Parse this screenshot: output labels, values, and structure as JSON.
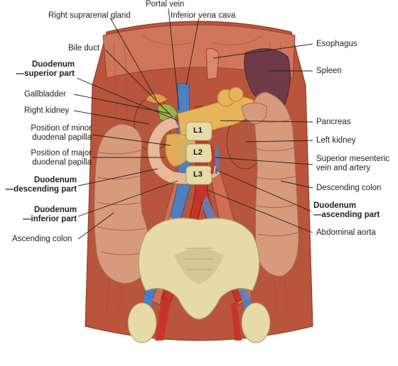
{
  "labels": {
    "portal_vein": "Portal vein",
    "right_suprarenal_gland": "Right suprarenal gland",
    "inferior_vena_cava": "Inferior vena cava",
    "bile_duct": "Bile duct",
    "esophagus": "Esophagus",
    "duodenum_superior": "Duodenum\n—superior part",
    "spleen": "Spleen",
    "gallbladder": "Gallbladder",
    "right_kidney": "Right kidney",
    "pancreas": "Pancreas",
    "minor_papilla": "Position of minor\nduodenal papilla",
    "left_kidney": "Left kidney",
    "major_papilla": "Position of major\nduodenal papilla",
    "sma_smv": "Superior mesenteric\nvein and artery",
    "duodenum_descending": "Duodenum\n—descending part",
    "descending_colon": "Descending colon",
    "duodenum_inferior": "Duodenum\n—inferior part",
    "duodenum_ascending": "Duodenum\n—ascending part",
    "ascending_colon": "Ascending colon",
    "abdominal_aorta": "Abdominal aorta"
  },
  "vertebrae": {
    "l1": "L1",
    "l2": "L2",
    "l3": "L3"
  },
  "colors": {
    "muscle": "#c9674a",
    "muscle_dark": "#9c3f2a",
    "colon": "#d89a7c",
    "colon_dark": "#a8644b",
    "vein": "#4f7fbf",
    "artery": "#c8342a",
    "pancreas": "#e8b45a",
    "liver_green": "#9fb24a",
    "kidney": "#b5563e",
    "spleen": "#6e3a4a",
    "bone": "#e6dba8",
    "duodenum": "#e8b89a",
    "leader": "#222222"
  }
}
